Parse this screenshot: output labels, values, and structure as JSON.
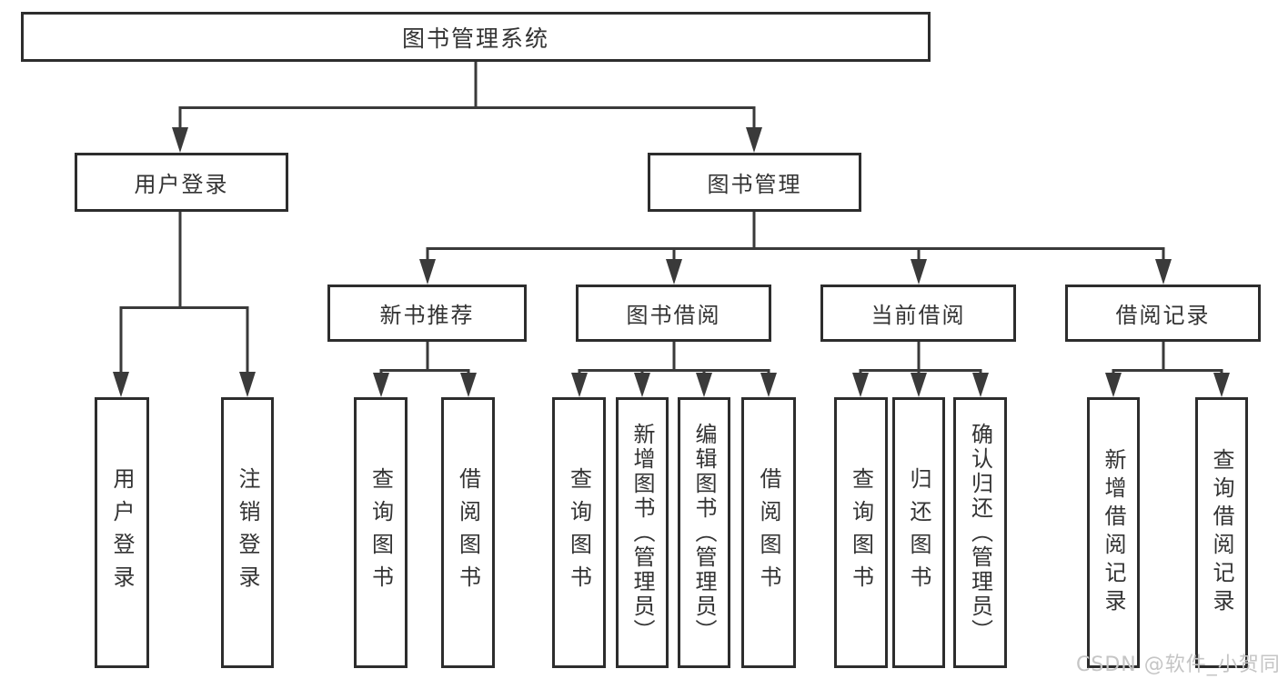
{
  "tree": {
    "root": {
      "label": "图书管理系统"
    },
    "children": [
      {
        "label": "用户登录",
        "children": [
          {
            "label": "用户登录"
          },
          {
            "label": "注销登录"
          }
        ]
      },
      {
        "label": "图书管理",
        "children": [
          {
            "label": "新书推荐",
            "children": [
              {
                "label": "查询图书"
              },
              {
                "label": "借阅图书"
              }
            ]
          },
          {
            "label": "图书借阅",
            "children": [
              {
                "label": "查询图书"
              },
              {
                "label": "新增图书（管理员）"
              },
              {
                "label": "编辑图书（管理员）"
              },
              {
                "label": "借阅图书"
              }
            ]
          },
          {
            "label": "当前借阅",
            "children": [
              {
                "label": "查询图书"
              },
              {
                "label": "归还图书"
              },
              {
                "label": "确认归还（管理员）"
              }
            ]
          },
          {
            "label": "借阅记录",
            "children": [
              {
                "label": "新增借阅记录"
              },
              {
                "label": "查询借阅记录"
              }
            ]
          }
        ]
      }
    ]
  },
  "watermark": {
    "text": "CSDN @软件_小贺同学"
  },
  "colors": {
    "line": "#3a3a3a",
    "border": "#2d2d2d",
    "text": "#333333",
    "watermark": "#c5c5c5"
  }
}
